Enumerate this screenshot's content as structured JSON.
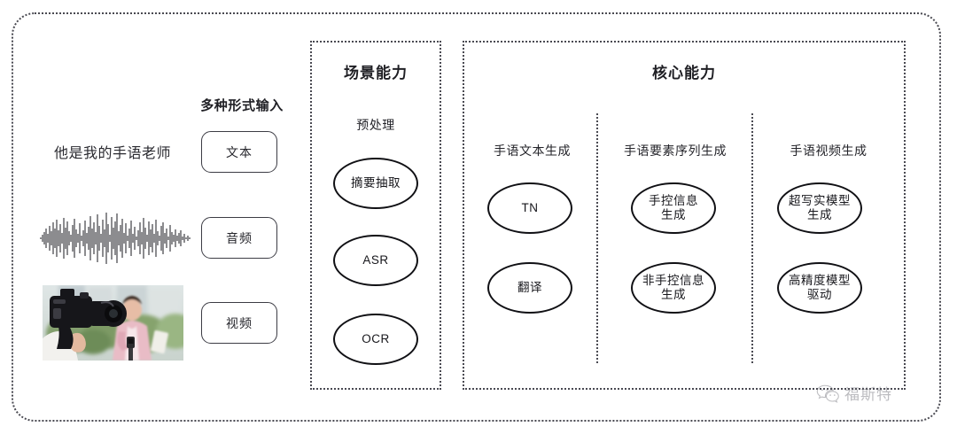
{
  "diagram": {
    "input_panel": {
      "heading": "多种形式输入",
      "sample_sentence": "他是我的手语老师",
      "chips": [
        {
          "label": "文本",
          "icon": "text-icon"
        },
        {
          "label": "音频",
          "icon": "audio-icon"
        },
        {
          "label": "视频",
          "icon": "video-icon"
        }
      ],
      "waveform_name": "audio-waveform",
      "photo_caption": "cameraman-filming-reporter"
    },
    "scene_section": {
      "title": "场景能力",
      "column_label": "预处理",
      "nodes": [
        "摘要抽取",
        "ASR",
        "OCR"
      ]
    },
    "core_section": {
      "title": "核心能力",
      "columns": [
        {
          "label": "手语文本生成",
          "nodes": [
            "TN",
            "翻译"
          ]
        },
        {
          "label": "手语要素序列生成",
          "nodes": [
            "手控信息\n生成",
            "非手控信息\n生成"
          ]
        },
        {
          "label": "手语视频生成",
          "nodes": [
            "超写实模型\n生成",
            "高精度模型\n驱动"
          ]
        }
      ]
    },
    "watermark": {
      "text": "福斯特",
      "icon": "wechat-icon"
    },
    "colors": {
      "frame_stroke": "#4a4a52",
      "ellipse_stroke": "#101014",
      "chip_stroke": "#3c3c44",
      "text": "#1f1f24",
      "background": "#ffffff"
    }
  }
}
